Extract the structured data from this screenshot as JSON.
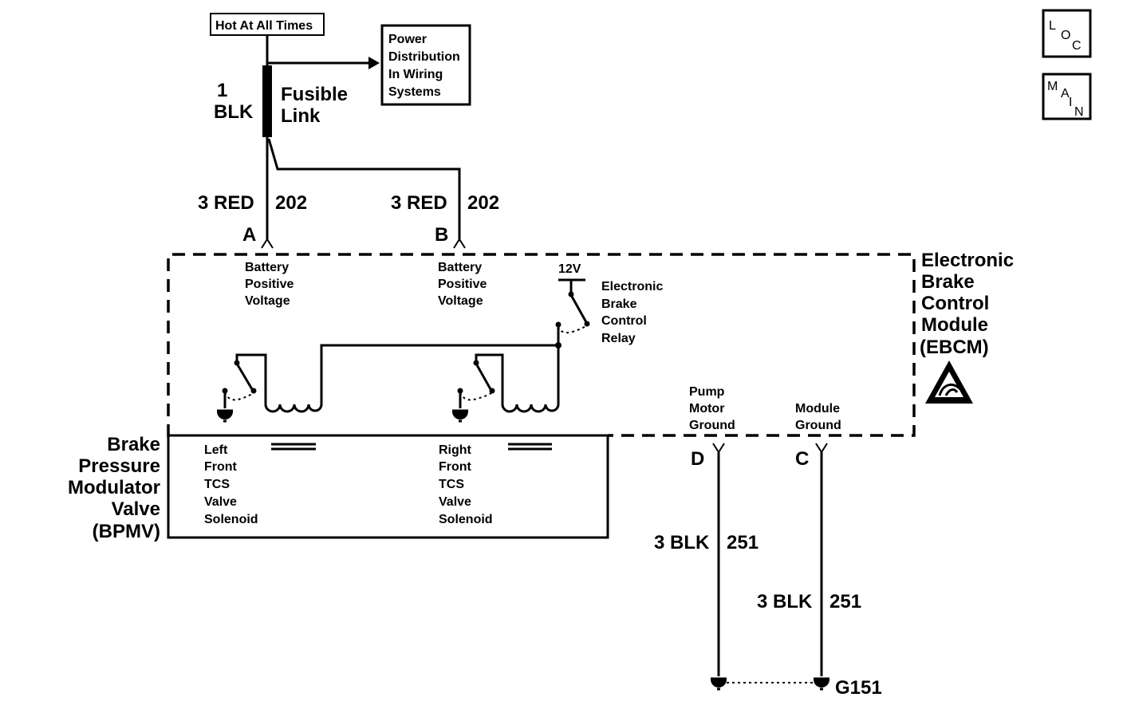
{
  "top": {
    "hot_label": "Hot At All Times",
    "power_dist": [
      "Power",
      "Distribution",
      "In Wiring",
      "Systems"
    ],
    "fusible_gauge": "1",
    "fusible_color": "BLK",
    "fusible_name": [
      "Fusible",
      "Link"
    ]
  },
  "nav": {
    "loc": [
      "L",
      "O",
      "C"
    ],
    "main": [
      "M",
      "A",
      "I",
      "N"
    ]
  },
  "wires": {
    "a": {
      "gauge_color": "3 RED",
      "circuit": "202",
      "pin": "A"
    },
    "b": {
      "gauge_color": "3 RED",
      "circuit": "202",
      "pin": "B"
    },
    "d": {
      "gauge_color": "3 BLK",
      "circuit": "251",
      "pin": "D"
    },
    "c": {
      "gauge_color": "3 BLK",
      "circuit": "251",
      "pin": "C"
    }
  },
  "ebcm": {
    "name": [
      "Electronic",
      "Brake",
      "Control",
      "Module",
      "(EBCM)"
    ],
    "pin_a_label": [
      "Battery",
      "Positive",
      "Voltage"
    ],
    "pin_b_label": [
      "Battery",
      "Positive",
      "Voltage"
    ],
    "voltage": "12V",
    "relay_label": [
      "Electronic",
      "Brake",
      "Control",
      "Relay"
    ],
    "pump_ground": [
      "Pump",
      "Motor",
      "Ground"
    ],
    "module_ground": [
      "Module",
      "Ground"
    ]
  },
  "bpmv": {
    "name": [
      "Brake",
      "Pressure",
      "Modulator",
      "Valve",
      "(BPMV)"
    ],
    "left_solenoid": [
      "Left",
      "Front",
      "TCS",
      "Valve",
      "Solenoid"
    ],
    "right_solenoid": [
      "Right",
      "Front",
      "TCS",
      "Valve",
      "Solenoid"
    ]
  },
  "ground": {
    "name": "G151"
  }
}
